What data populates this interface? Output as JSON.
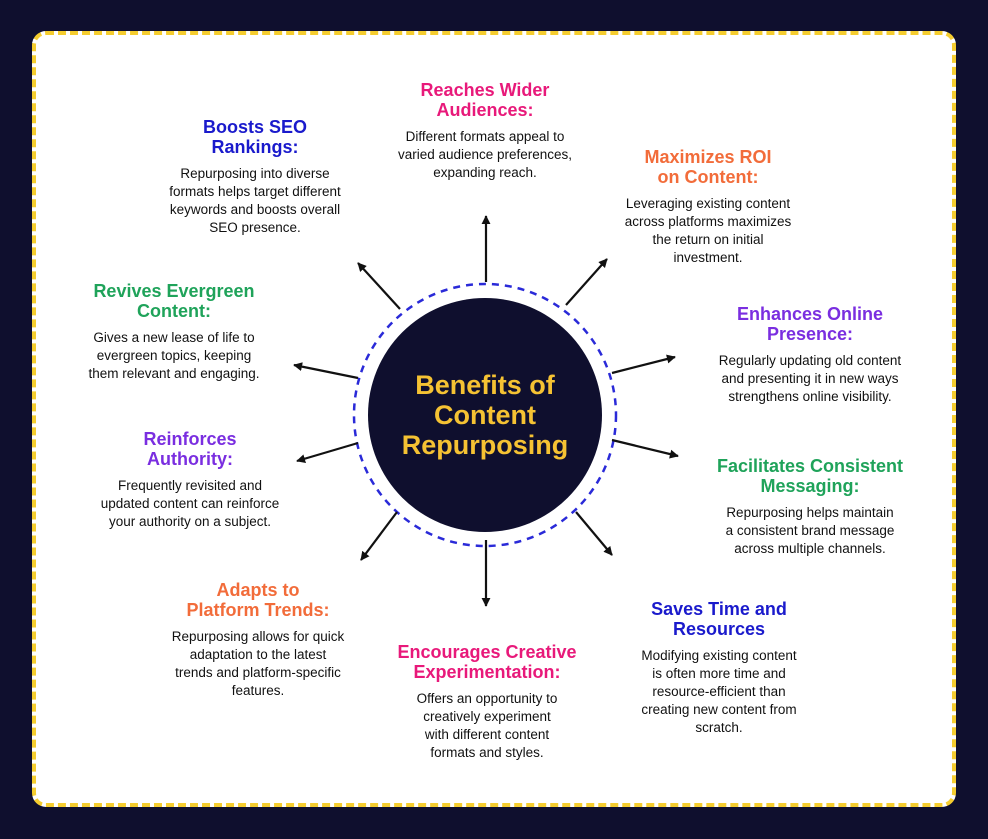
{
  "center": {
    "title": "Benefits of\nContent\nRepurposing"
  },
  "colors": {
    "frame": "#0f0f2e",
    "border": "#f5cd2f",
    "center_fill": "#0f0f2e",
    "center_text": "#f5c233",
    "dash_ring": "#2a2ad8",
    "blue": "#1a1acc",
    "pink": "#e8197a",
    "orange": "#f26c3a",
    "purple": "#7a2ee0",
    "green": "#1fa35a"
  },
  "items": [
    {
      "id": "reaches",
      "title": "Reaches Wider\nAudiences:",
      "color": "#e8197a",
      "text": "Different formats appeal to\nvaried audience preferences,\nexpanding reach."
    },
    {
      "id": "roi",
      "title": "Maximizes ROI\non Content:",
      "color": "#f26c3a",
      "text": "Leveraging existing content\nacross platforms maximizes\nthe return on initial\ninvestment."
    },
    {
      "id": "online",
      "title": "Enhances Online\nPresence:",
      "color": "#7a2ee0",
      "text": "Regularly updating old content\nand presenting it in new ways\nstrengthens online visibility."
    },
    {
      "id": "consistent",
      "title": "Facilitates Consistent\nMessaging:",
      "color": "#1fa35a",
      "text": "Repurposing helps maintain\na consistent brand message\nacross multiple channels."
    },
    {
      "id": "saves",
      "title": "Saves Time and\nResources",
      "color": "#1a1acc",
      "text": "Modifying existing content\nis often more time and\nresource-efficient than\ncreating new content from\nscratch."
    },
    {
      "id": "creative",
      "title": "Encourages Creative\nExperimentation:",
      "color": "#e8197a",
      "text": "Offers an opportunity to\ncreatively experiment\nwith different content\nformats and styles."
    },
    {
      "id": "trends",
      "title": "Adapts to\nPlatform Trends:",
      "color": "#f26c3a",
      "text": "Repurposing allows for quick\nadaptation to the latest\ntrends and platform-specific\nfeatures."
    },
    {
      "id": "authority",
      "title": "Reinforces\nAuthority:",
      "color": "#7a2ee0",
      "text": "Frequently revisited and\nupdated content can reinforce\nyour authority on a subject."
    },
    {
      "id": "evergreen",
      "title": "Revives Evergreen\nContent:",
      "color": "#1fa35a",
      "text": "Gives a new lease of life to\nevergreen topics, keeping\nthem relevant and engaging."
    },
    {
      "id": "seo",
      "title": "Boosts SEO\nRankings:",
      "color": "#1a1acc",
      "text": "Repurposing into diverse\nformats helps target different\nkeywords and boosts overall\nSEO presence."
    }
  ]
}
